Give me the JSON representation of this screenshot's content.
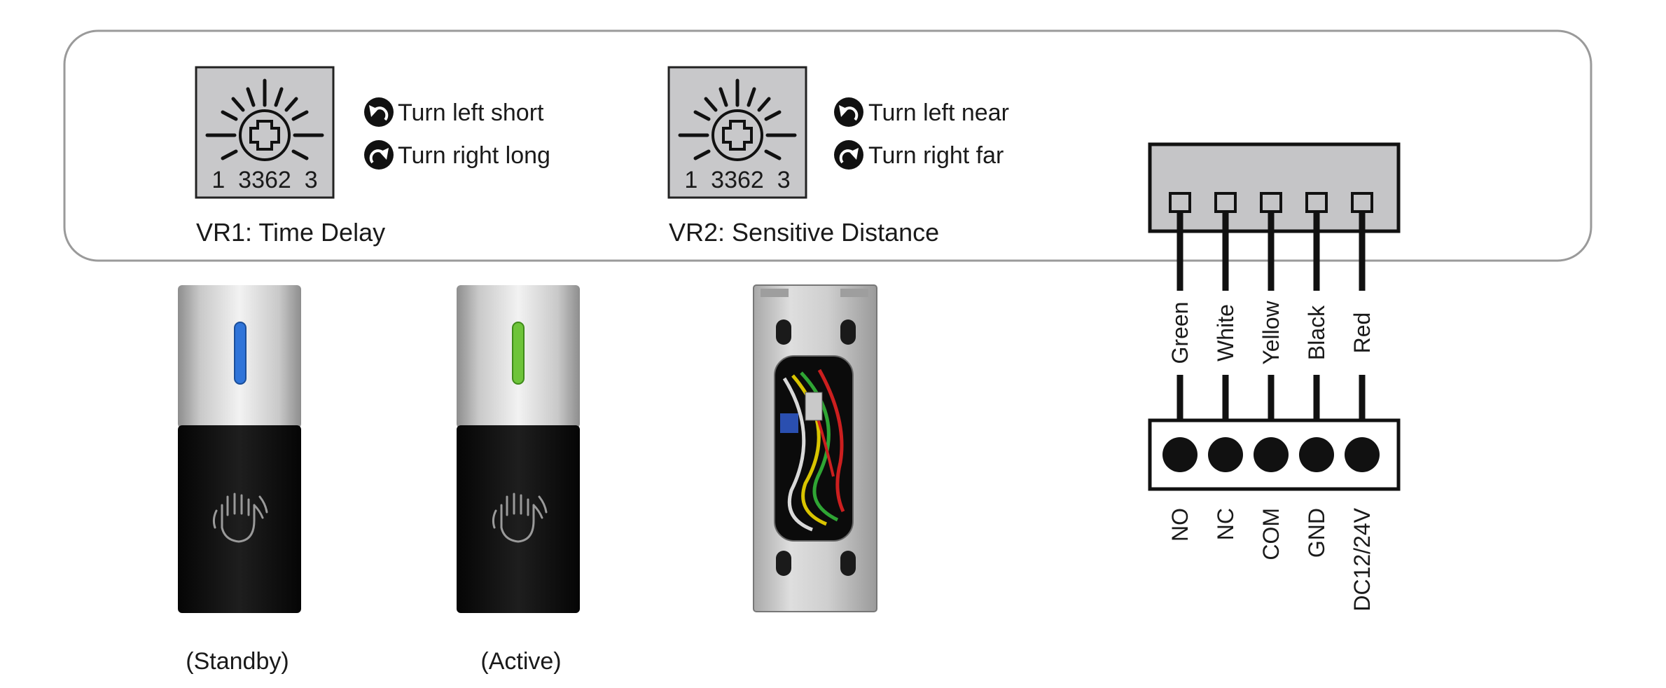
{
  "vr1": {
    "pot_label": "1  3362  3",
    "caption": "VR1: Time Delay",
    "turn_left": "Turn left short",
    "turn_right": "Turn right long"
  },
  "vr2": {
    "pot_label": "1  3362  3",
    "caption": "VR2: Sensitive Distance",
    "turn_left": "Turn left near",
    "turn_right": "Turn right far"
  },
  "devices": {
    "standby_caption": "(Standby)",
    "active_caption": "(Active)",
    "standby_led_color": "#2f74d9",
    "active_led_color": "#6ec43a"
  },
  "wiring": {
    "wire_colors": [
      "Green",
      "White",
      "Yellow",
      "Black",
      "Red"
    ],
    "terminals": [
      "NO",
      "NC",
      "COM",
      "GND",
      "DC12/24V"
    ]
  },
  "colors": {
    "panel_border": "#9a9a9a",
    "pot_fill": "#c8c8ca",
    "connector_fill": "#c5c5c7",
    "device_black": "#0f0f0f"
  }
}
